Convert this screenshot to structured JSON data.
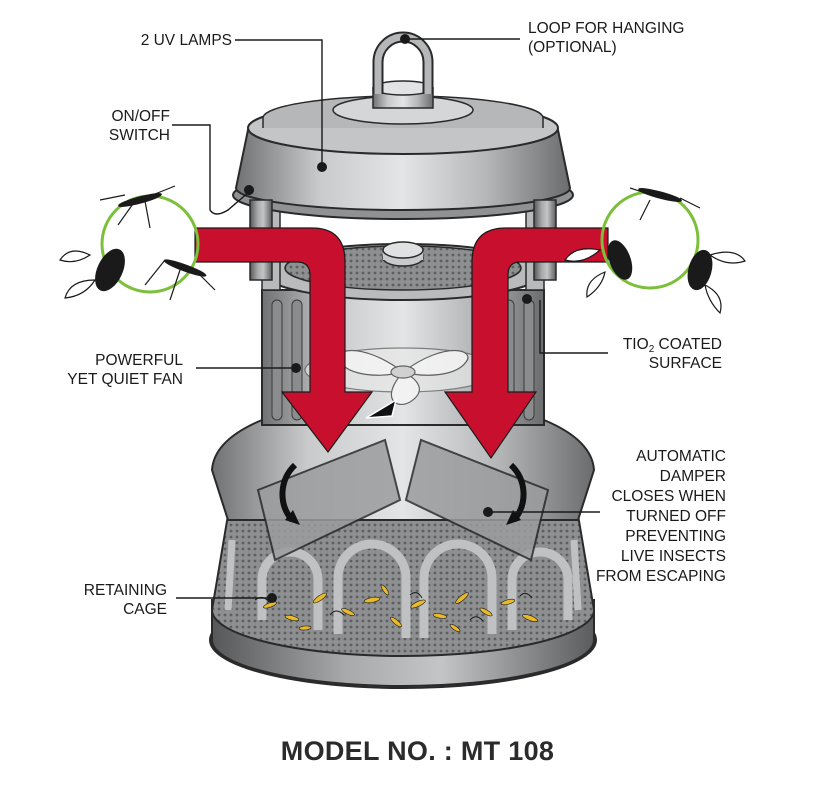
{
  "title": "MODEL NO. : MT 108",
  "labels": {
    "uv_lamps": "2 UV LAMPS",
    "loop_line1": "LOOP FOR HANGING",
    "loop_line2": "(OPTIONAL)",
    "switch_line1": "ON/OFF",
    "switch_line2": "SWITCH",
    "fan_line1": "POWERFUL",
    "fan_line2": "YET QUIET FAN",
    "tio2_prefix": "TIO",
    "tio2_sub": "2",
    "tio2_suffix": " COATED",
    "tio2_line2": "SURFACE",
    "damper_lines": [
      "AUTOMATIC",
      "DAMPER",
      "CLOSES WHEN",
      "TURNED OFF",
      "PREVENTING",
      "LIVE INSECTS",
      "FROM ESCAPING"
    ],
    "cage_line1": "RETAINING",
    "cage_line2": "CAGE"
  },
  "colors": {
    "arrow_red": "#c8102e",
    "metal_light": "#c9cacb",
    "metal_mid": "#9a9c9e",
    "metal_dark": "#5e6062",
    "halo_green": "#7cbf3a",
    "insect_yellow": "#e8b92a"
  }
}
